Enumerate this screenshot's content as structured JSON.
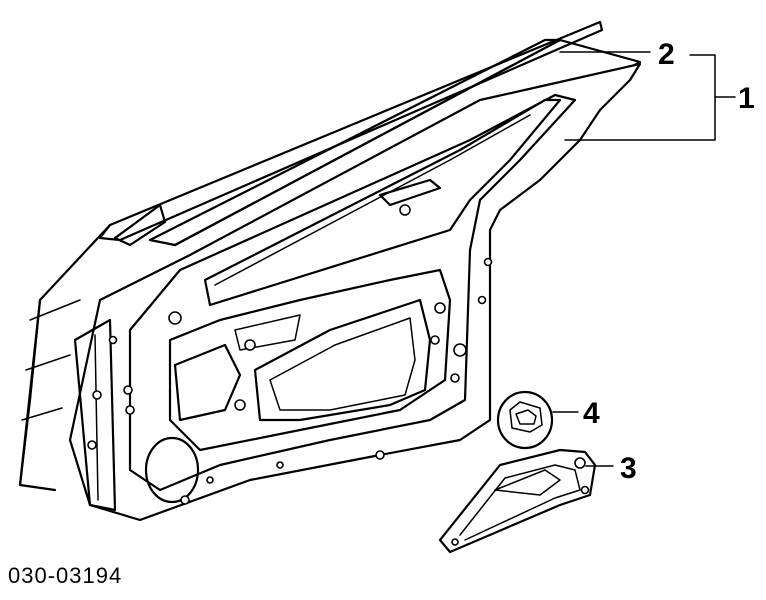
{
  "diagram": {
    "part_number": "030-03194",
    "callouts": [
      {
        "id": "callout-1",
        "label": "1"
      },
      {
        "id": "callout-2",
        "label": "2"
      },
      {
        "id": "callout-3",
        "label": "3"
      },
      {
        "id": "callout-4",
        "label": "4"
      }
    ]
  }
}
